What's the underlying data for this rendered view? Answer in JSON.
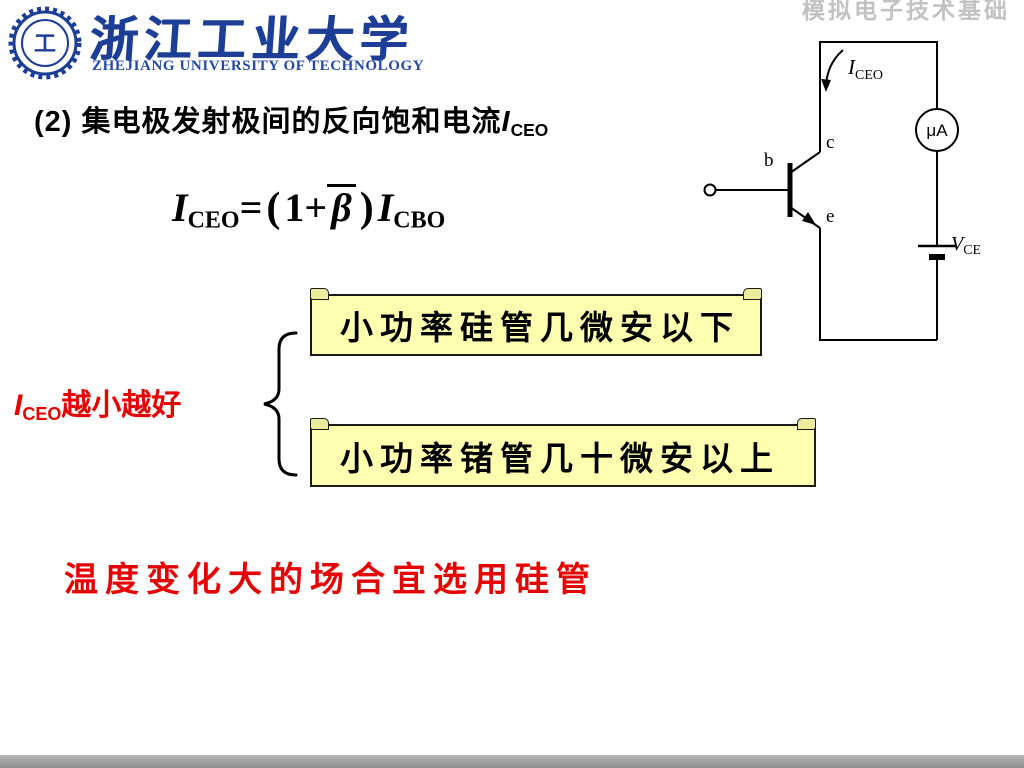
{
  "header": {
    "university_cn": "浙江工业大学",
    "university_en": "ZHEJIANG UNIVERSITY OF TECHNOLOGY",
    "seal_center": "工",
    "watermark": "模拟电子技术基础"
  },
  "heading": {
    "prefix": "(2) ",
    "text": "集电极发射极间的反向饱和电流",
    "sym_base": "I",
    "sym_sub": "CEO"
  },
  "formula": {
    "lhs_base": "I",
    "lhs_sub": "CEO",
    "eq": "=",
    "lparen": "(",
    "one_plus": "1+",
    "beta": "β",
    "rparen": ")",
    "rhs_base": "I",
    "rhs_sub": "CBO"
  },
  "circuit": {
    "current_base": "I",
    "current_sub": "CEO",
    "terminal_b": "b",
    "terminal_c": "c",
    "terminal_e": "e",
    "meter_label": "μA",
    "source_base": "V",
    "source_sub": "CE"
  },
  "notes": {
    "lead_base": "I",
    "lead_sub": "CEO",
    "lead_text": "越小越好",
    "boxes": [
      {
        "text": "小功率硅管几微安以下"
      },
      {
        "text": "小功率锗管几十微安以上"
      }
    ]
  },
  "footer_note": "温度变化大的场合宜选用硅管",
  "colors": {
    "brand_blue": "#1c3e96",
    "emphasis_red": "#e60000",
    "note_yellow": "#ffffb0"
  }
}
